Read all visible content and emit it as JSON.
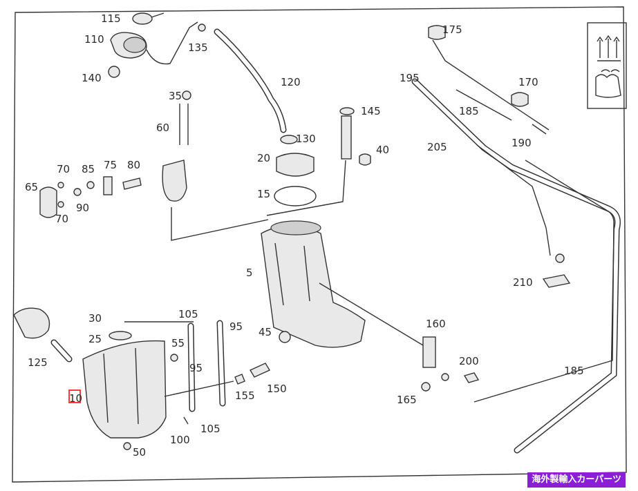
{
  "labels": [
    {
      "id": "115",
      "text": "115"
    },
    {
      "id": "110",
      "text": "110"
    },
    {
      "id": "140",
      "text": "140"
    },
    {
      "id": "135",
      "text": "135"
    },
    {
      "id": "120",
      "text": "120"
    },
    {
      "id": "35",
      "text": "35"
    },
    {
      "id": "60",
      "text": "60"
    },
    {
      "id": "145",
      "text": "145"
    },
    {
      "id": "130",
      "text": "130"
    },
    {
      "id": "40",
      "text": "40"
    },
    {
      "id": "20",
      "text": "20"
    },
    {
      "id": "15",
      "text": "15"
    },
    {
      "id": "70a",
      "text": "70"
    },
    {
      "id": "85",
      "text": "85"
    },
    {
      "id": "75",
      "text": "75"
    },
    {
      "id": "80",
      "text": "80"
    },
    {
      "id": "65",
      "text": "65"
    },
    {
      "id": "90",
      "text": "90"
    },
    {
      "id": "70b",
      "text": "70"
    },
    {
      "id": "5",
      "text": "5"
    },
    {
      "id": "175",
      "text": "175"
    },
    {
      "id": "195",
      "text": "195"
    },
    {
      "id": "170",
      "text": "170"
    },
    {
      "id": "185a",
      "text": "185"
    },
    {
      "id": "205",
      "text": "205"
    },
    {
      "id": "190",
      "text": "190"
    },
    {
      "id": "210",
      "text": "210"
    },
    {
      "id": "30",
      "text": "30"
    },
    {
      "id": "105a",
      "text": "105"
    },
    {
      "id": "95a",
      "text": "95"
    },
    {
      "id": "25",
      "text": "25"
    },
    {
      "id": "55",
      "text": "55"
    },
    {
      "id": "45",
      "text": "45"
    },
    {
      "id": "160",
      "text": "160"
    },
    {
      "id": "125",
      "text": "125"
    },
    {
      "id": "95b",
      "text": "95"
    },
    {
      "id": "200",
      "text": "200"
    },
    {
      "id": "185b",
      "text": "185"
    },
    {
      "id": "10",
      "text": "10"
    },
    {
      "id": "155",
      "text": "155"
    },
    {
      "id": "150",
      "text": "150"
    },
    {
      "id": "165",
      "text": "165"
    },
    {
      "id": "105b",
      "text": "105"
    },
    {
      "id": "100",
      "text": "100"
    },
    {
      "id": "50",
      "text": "50"
    }
  ],
  "badge": "海外製輸入カーパーツ",
  "colors": {
    "line": "#333333",
    "badge": "#8a1fd6",
    "highlight": "#ff3b3b"
  }
}
